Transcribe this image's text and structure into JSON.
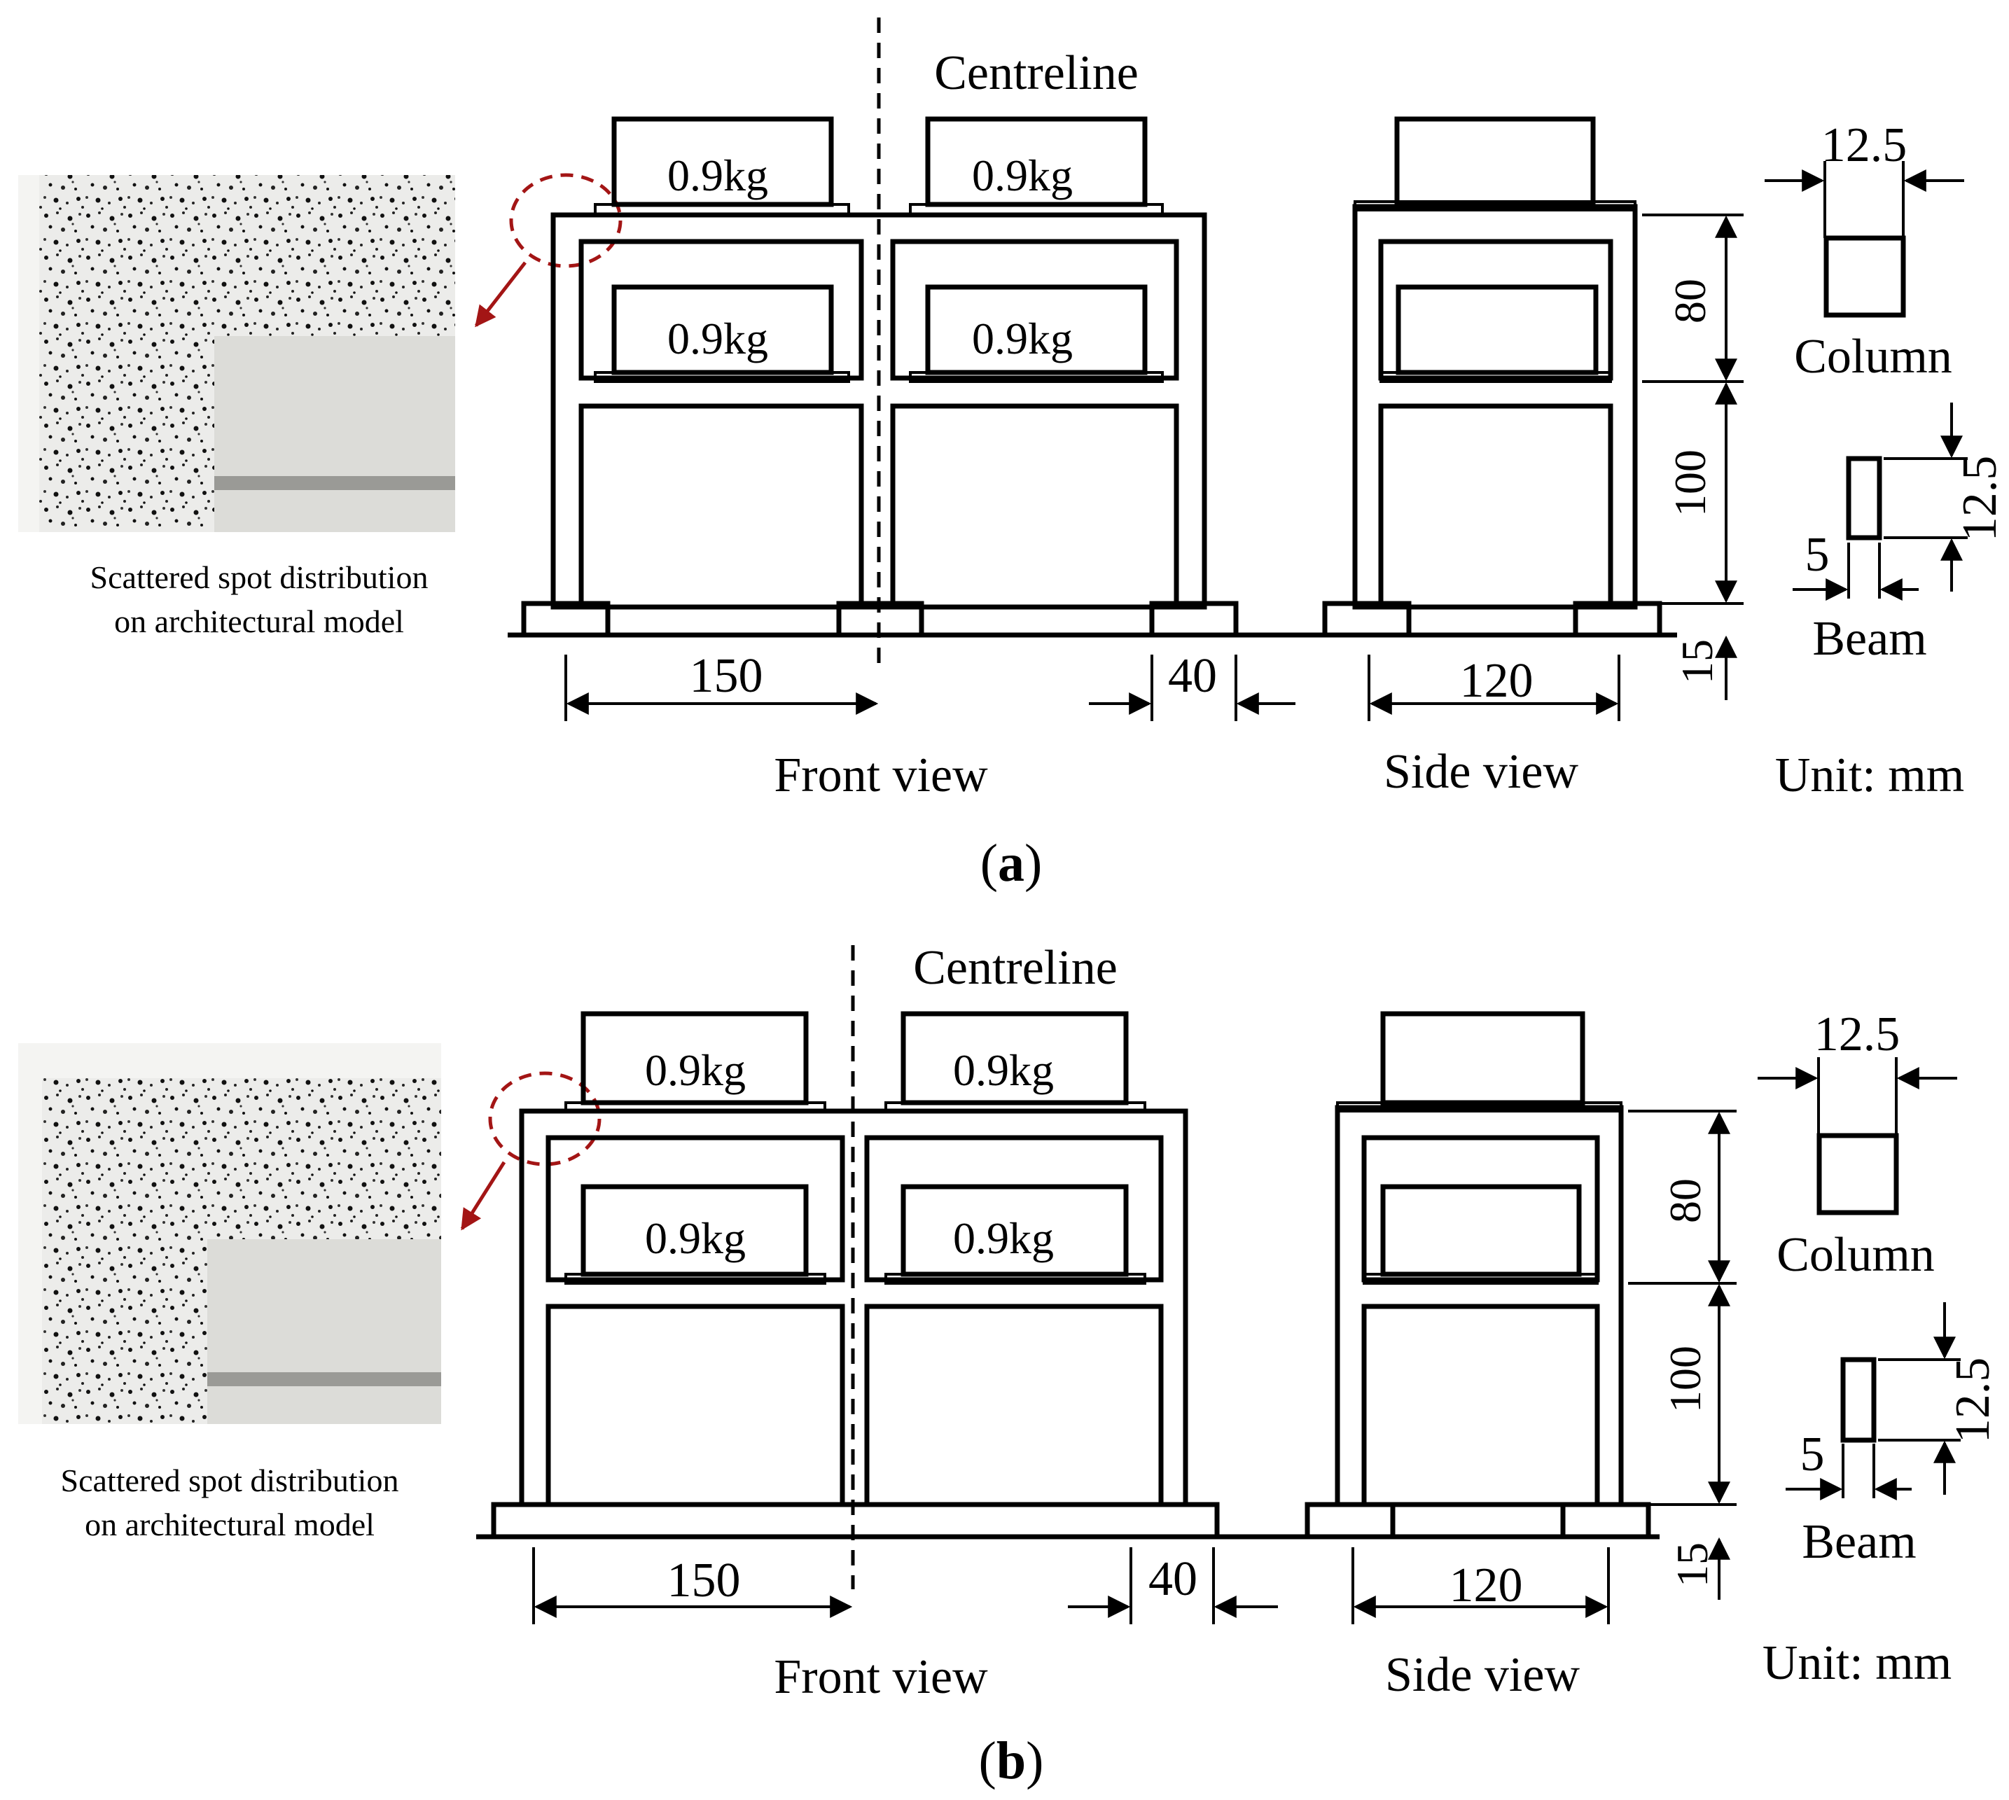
{
  "panels": [
    {
      "label_open": "(",
      "label_letter": "a",
      "label_close": ")",
      "centreline": "Centreline",
      "mass_labels": [
        "0.9kg",
        "0.9kg",
        "0.9kg",
        "0.9kg"
      ],
      "photo_caption_line1": "Scattered spot distribution",
      "photo_caption_line2": "on architectural model",
      "dims": {
        "width_bay": "150",
        "footing": "40",
        "side_width": "120",
        "upper_height": "80",
        "lower_height": "100",
        "footing_height": "15"
      },
      "views": {
        "front": "Front view",
        "side": "Side view"
      },
      "section": {
        "column_dim": "12.5",
        "column_label": "Column",
        "beam_h": "12.5",
        "beam_w": "5",
        "beam_label": "Beam",
        "unit": "Unit: mm"
      }
    },
    {
      "label_open": "(",
      "label_letter": "b",
      "label_close": ")",
      "centreline": "Centreline",
      "mass_labels": [
        "0.9kg",
        "0.9kg",
        "0.9kg",
        "0.9kg"
      ],
      "photo_caption_line1": "Scattered spot distribution",
      "photo_caption_line2": "on architectural model",
      "dims": {
        "width_bay": "150",
        "footing": "40",
        "side_width": "120",
        "upper_height": "80",
        "lower_height": "100",
        "footing_height": "15"
      },
      "views": {
        "front": "Front view",
        "side": "Side view"
      },
      "section": {
        "column_dim": "12.5",
        "column_label": "Column",
        "beam_h": "12.5",
        "beam_w": "5",
        "beam_label": "Beam",
        "unit": "Unit: mm"
      }
    }
  ],
  "colors": {
    "highlight": "#a31515",
    "photo_bg": "#e6e6e2",
    "speckle": "#111111"
  }
}
